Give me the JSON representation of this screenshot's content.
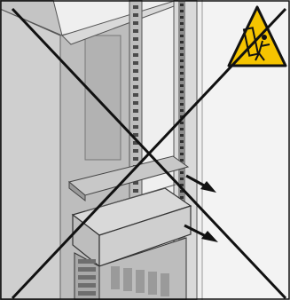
{
  "figure": {
    "kind": "warning-illustration",
    "subject": "rack-server-rails-extended",
    "prohibited": true,
    "arrow_count": 2,
    "icons": [
      "tipping-hazard-warning-icon",
      "prohibition-cross-icon"
    ]
  },
  "colors": {
    "warning_yellow": "#f5c400",
    "line_black": "#111111",
    "metal_light": "#d9d9d9",
    "metal_mid": "#bdbdbd",
    "metal_dark": "#8c8c8c"
  }
}
